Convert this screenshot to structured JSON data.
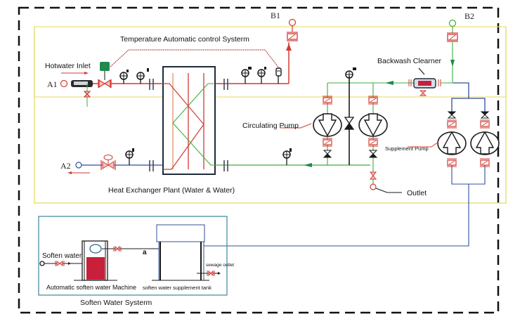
{
  "diagram": {
    "title": "Heat Exchanger Plant (Water & Water)",
    "labels": {
      "temperature_control": "Temperature Automatic control Systerm",
      "hotwater_inlet": "Hotwater Inlet",
      "a1": "A1",
      "a2": "A2",
      "b1": "B1",
      "b2": "B2",
      "backwash_cleaner": "Backwash Clearner",
      "circulating_pump": "Circulating Pump",
      "supplement_pump": "Supplement Pump",
      "outlet": "Outlet",
      "heat_exchanger_plant": "Heat Exchanger Plant (Water & Water)",
      "soften_water": "Soften water",
      "soften_machine": "Automatic soften water Machine",
      "supplement_tank": "soften water supplement tank",
      "sewage_outlet": "sewage outlet",
      "soften_system": "Soften Water Systerm",
      "tank_marker": "a"
    },
    "colors": {
      "primary_hot": "#d23a32",
      "secondary_return": "#3cae3c",
      "supply_blue": "#2f4f9a",
      "frame_yellow": "#e8e07a",
      "soften_frame": "#4a8fa0",
      "soften_fill": "#c8203a",
      "actuator_green": "#1f8a4a",
      "dark": "#1a1a1a"
    }
  }
}
